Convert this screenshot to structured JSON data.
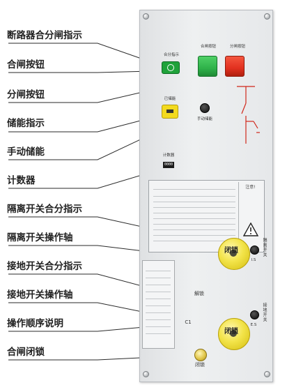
{
  "callouts": [
    {
      "label": "断路器合分闸指示"
    },
    {
      "label": "合闸按钮"
    },
    {
      "label": "分闸按钮"
    },
    {
      "label": "储能指示"
    },
    {
      "label": "手动储能"
    },
    {
      "label": "计数器"
    },
    {
      "label": "隔离开关合分指示"
    },
    {
      "label": "隔离开关操作轴"
    },
    {
      "label": "接地开关合分指示"
    },
    {
      "label": "接地开关操作轴"
    },
    {
      "label": "操作顺序说明"
    },
    {
      "label": "合闸闭锁"
    }
  ],
  "panel": {
    "indicator_label": "合分指示",
    "close_button_label": "合闸按钮",
    "open_button_label": "分闸按钮",
    "charged_label": "已储能",
    "charging_label": "手动储能",
    "counter_label": "计数器",
    "counter_value": "0000",
    "notice_title": "注意!",
    "isolator_knob_label": "闭锁",
    "isolator_side_text": "隔离开关",
    "isolator_code": "I.S",
    "earth_knob_label": "闭锁",
    "earth_side_text": "接地开关",
    "earth_code": "E.S",
    "unlock_label": "解锁",
    "lock_label": "闭锁",
    "c1_label": "C1"
  },
  "colors": {
    "close_button": "#2fb24a",
    "open_button": "#e2301f",
    "indicator_green": "#1fa23a",
    "charged_yellow": "#f3da1f",
    "knob_yellow": "#f3e44a",
    "lead_lines": "#2a2a2a"
  }
}
